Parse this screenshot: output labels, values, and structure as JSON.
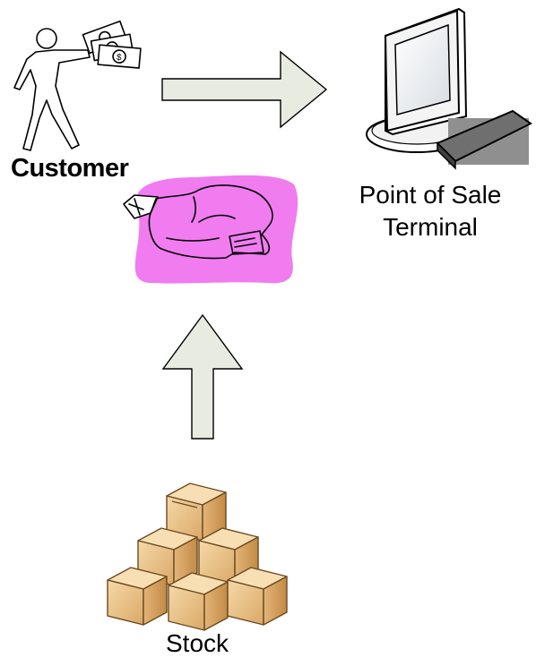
{
  "nodes": {
    "customer": {
      "label": "Customer",
      "icon": "customer-figure-icon"
    },
    "pos_terminal": {
      "label_line1": "Point of Sale",
      "label_line2": "Terminal",
      "icon": "computer-terminal-icon"
    },
    "goods": {
      "icon": "product-bag-icon",
      "highlight_color": "#f07cf0"
    },
    "stock": {
      "label": "Stock",
      "icon": "stacked-boxes-icon"
    }
  },
  "connectors": [
    {
      "from": "customer",
      "to": "pos_terminal",
      "style": "block-arrow",
      "fill": "#e8ebe0"
    },
    {
      "from": "stock",
      "to": "goods",
      "style": "block-arrow",
      "fill": "#e8ebe0"
    }
  ]
}
